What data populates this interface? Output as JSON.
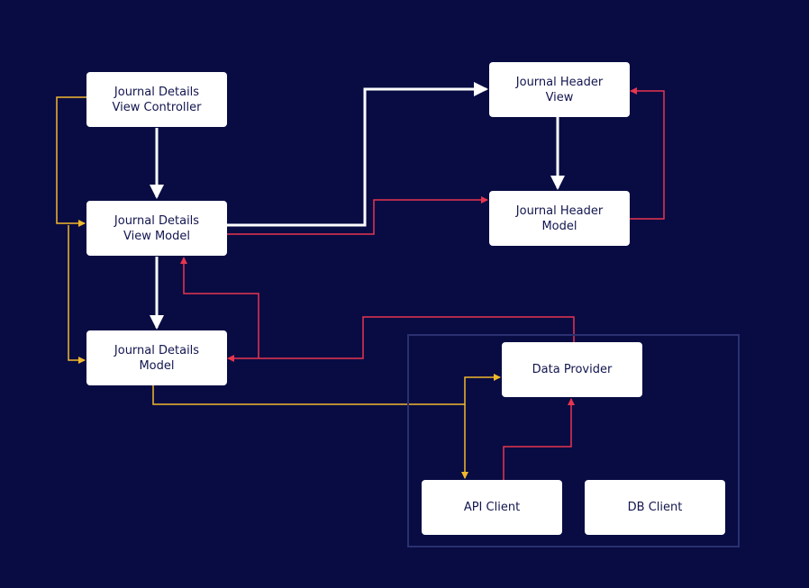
{
  "colors": {
    "background": "#080c43",
    "node_fill": "#ffffff",
    "node_text": "#12154f",
    "group_border": "#2a3070",
    "edge_white": "#ffffff",
    "edge_red": "#e8354f",
    "edge_yellow": "#f2b82c"
  },
  "nodes": {
    "journal_details_view_controller": {
      "label_line1": "Journal Details",
      "label_line2": "View Controller"
    },
    "journal_details_view_model": {
      "label_line1": "Journal Details",
      "label_line2": "View Model"
    },
    "journal_details_model": {
      "label_line1": "Journal Details",
      "label_line2": "Model"
    },
    "journal_header_view": {
      "label_line1": "Journal Header",
      "label_line2": "View"
    },
    "journal_header_model": {
      "label_line1": "Journal Header",
      "label_line2": "Model"
    },
    "data_provider": {
      "label_line1": "Data Provider"
    },
    "api_client": {
      "label_line1": "API Client"
    },
    "db_client": {
      "label_line1": "DB Client"
    }
  },
  "edges": [
    {
      "from": "journal_details_view_controller",
      "to": "journal_details_view_model",
      "color": "white"
    },
    {
      "from": "journal_details_view_model",
      "to": "journal_details_model",
      "color": "white"
    },
    {
      "from": "journal_details_view_model",
      "to": "journal_header_view",
      "color": "white"
    },
    {
      "from": "journal_header_view",
      "to": "journal_header_model",
      "color": "white"
    },
    {
      "from": "journal_header_model",
      "to": "journal_header_view",
      "color": "red"
    },
    {
      "from": "journal_details_view_model",
      "to": "journal_header_model",
      "color": "red"
    },
    {
      "from": "journal_details_model",
      "to": "journal_details_view_model",
      "color": "red"
    },
    {
      "from": "data_provider",
      "to": "journal_details_model",
      "color": "red"
    },
    {
      "from": "api_client",
      "to": "data_provider",
      "color": "red"
    },
    {
      "from": "journal_details_view_controller",
      "to": "journal_details_view_model",
      "color": "yellow"
    },
    {
      "from": "journal_details_view_controller",
      "to": "journal_details_model",
      "color": "yellow"
    },
    {
      "from": "journal_details_model",
      "to": "data_provider",
      "color": "yellow"
    },
    {
      "from": "journal_details_model",
      "to": "api_client",
      "color": "yellow"
    }
  ]
}
